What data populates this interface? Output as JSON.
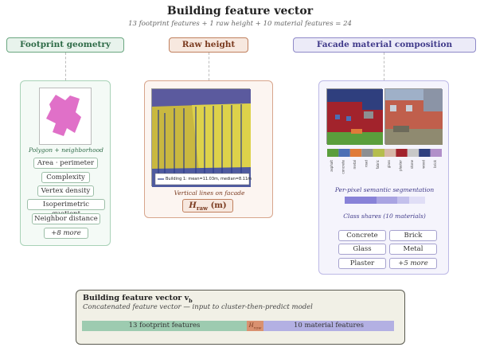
{
  "title": "Building feature vector",
  "subtitle": "13 footprint features + 1 raw height + 10 material features = 24",
  "footprint": {
    "header": "Footprint geometry",
    "caption": "Polygon + neighborhood",
    "features": [
      "Area · perimeter",
      "Complexity",
      "Vertex density",
      "Isoperimetric quotient",
      "Neighbor distance",
      "+8 more"
    ]
  },
  "raw_height": {
    "header": "Raw height",
    "caption": "Vertical lines on facade",
    "legend_text": "Building 1: mean=11.03m, median=8.11m",
    "label_main": "H",
    "label_sub": "raw",
    "label_unit": "(m)"
  },
  "facade": {
    "header": "Facade material composition",
    "caption": "Per-pixel semantic segmentation",
    "shares_caption": "Class shares (10 materials)",
    "materials": [
      "Concrete",
      "Brick",
      "Glass",
      "Metal",
      "Plaster",
      "+5 more"
    ],
    "palette": [
      "#5a9e3c",
      "#4c6fb5",
      "#e07b39",
      "#8d8f92",
      "#b5bd4d",
      "#d7b7a8",
      "#a2232c",
      "#c8c8c8",
      "#2f3f7e",
      "#b190c9"
    ],
    "palette_labels": [
      "asphalt",
      "concrete",
      "metal",
      "road",
      "fabric",
      "glass",
      "plaster",
      "stone",
      "wood",
      "brick"
    ]
  },
  "vector": {
    "title_main": "Building feature vector v",
    "title_sub": "b",
    "subtitle": "Concatenated feature vector — input to cluster-then-predict model",
    "segments": [
      {
        "label": "13 footprint features",
        "count": 13,
        "color": "#9dcbb0"
      },
      {
        "label_main": "H",
        "label_sub": "raw",
        "count": 1,
        "color": "#d99170"
      },
      {
        "label": "10 material features",
        "count": 10,
        "color": "#b3b0e3"
      }
    ]
  },
  "colors": {
    "footprint_accent": "#2e6b47",
    "raw_accent": "#7a3a1f",
    "facade_accent": "#403a8a",
    "polygon_fill": "#e070c8"
  }
}
